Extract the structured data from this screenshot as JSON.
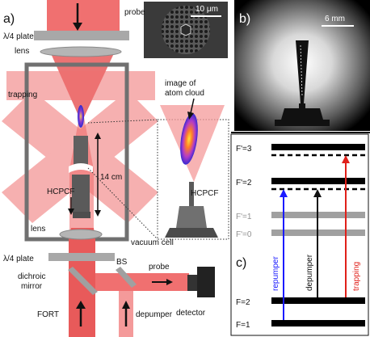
{
  "panel_a": {
    "label": "a)",
    "probe_top": "probe",
    "qwp_top": "λ/4 plate",
    "lens_top": "lens",
    "trapping": "trapping",
    "inset_scale": "10 μm",
    "image_label_line1": "image of",
    "image_label_line2": "atom cloud",
    "hcpcf_inset": "HCPCF",
    "hcpcf_main": "HCPCF",
    "distance": "14 cm",
    "lens_bottom": "lens",
    "vacuum_cell": "vacuum cell",
    "qwp_bottom": "λ/4 plate",
    "bs": "BS",
    "dichroic_line1": "dichroic",
    "dichroic_line2": "mirror",
    "probe_bottom": "probe",
    "fort": "FORT",
    "depumper": "depumper",
    "detector": "detector"
  },
  "panel_b": {
    "label": "b)",
    "scale": "6 mm"
  },
  "panel_c": {
    "label": "c)",
    "levels": [
      "F'=3",
      "F'=2",
      "F'=1",
      "F'=0",
      "F=2",
      "F=1"
    ],
    "transitions": [
      {
        "name": "repumper",
        "color": "#1a1aff"
      },
      {
        "name": "depumper",
        "color": "#111111"
      },
      {
        "name": "trapping",
        "color": "#e0201a"
      }
    ]
  },
  "colors": {
    "beam_red": "#f07070",
    "beam_light": "#f6a8a8",
    "plate_gray": "#a8a8a8",
    "fiber_gray": "#707070",
    "level_black": "#000000",
    "level_gray": "#a0a0a0"
  }
}
